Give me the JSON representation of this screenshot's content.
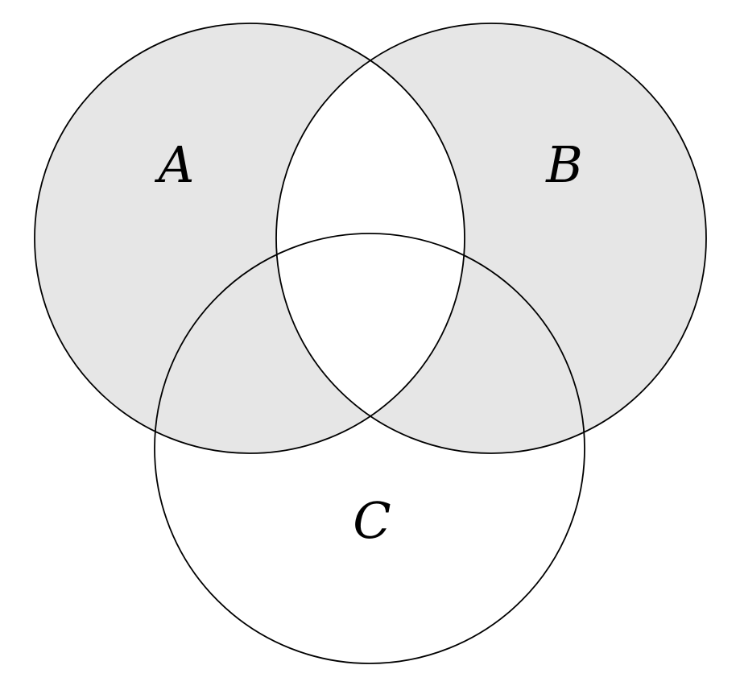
{
  "diagram": {
    "type": "venn-diagram",
    "sets": [
      {
        "label": "A",
        "position": "top-left",
        "filled_outside_overlap": true
      },
      {
        "label": "B",
        "position": "top-right",
        "filled_outside_overlap": true
      },
      {
        "label": "C",
        "position": "bottom-center",
        "filled_outside_overlap": false
      }
    ],
    "shaded_region": "(A ∪ B) \\ (A ∩ B)",
    "colors": {
      "shade": "#e6e6e6",
      "stroke": "#000000",
      "background": "#ffffff"
    }
  }
}
